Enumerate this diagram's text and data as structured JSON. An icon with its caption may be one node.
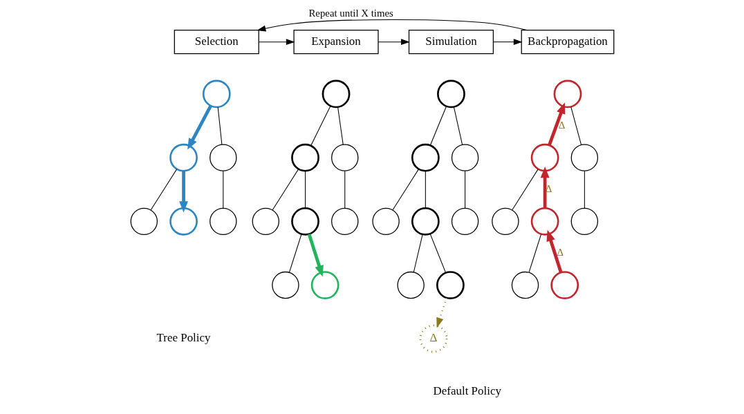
{
  "diagram": {
    "nodes": [
      {
        "text": [
          "Selection"
        ]
      },
      {
        "text": [
          "Expansion"
        ]
      },
      {
        "text": [
          "Simulation"
        ]
      },
      {
        "text": [
          "Backpropagation"
        ]
      },
      {
        "text": [],
        "shape": "circle"
      },
      {
        "text": [],
        "shape": "circle"
      },
      {
        "text": [],
        "shape": "circle"
      },
      {
        "text": [],
        "shape": "circle"
      },
      {
        "text": [],
        "shape": "circle"
      },
      {
        "text": [],
        "shape": "circle"
      },
      {
        "text": [],
        "shape": "circle"
      },
      {
        "text": [],
        "shape": "circle"
      },
      {
        "text": [],
        "shape": "circle"
      },
      {
        "text": [],
        "shape": "circle"
      },
      {
        "text": [],
        "shape": "circle"
      },
      {
        "text": [],
        "shape": "circle"
      },
      {
        "text": [],
        "shape": "circle"
      },
      {
        "text": [],
        "shape": "circle"
      },
      {
        "text": [],
        "shape": "circle"
      },
      {
        "text": [],
        "shape": "circle"
      },
      {
        "text": [],
        "shape": "circle"
      },
      {
        "text": [],
        "shape": "circle"
      },
      {
        "text": [],
        "shape": "circle"
      },
      {
        "text": [],
        "shape": "circle"
      },
      {
        "text": [],
        "shape": "circle"
      },
      {
        "text": [],
        "shape": "circle"
      },
      {
        "text": [
          "Δ"
        ]
      },
      {
        "text": [],
        "shape": "circle"
      },
      {
        "text": [],
        "shape": "circle"
      },
      {
        "text": [],
        "shape": "circle"
      },
      {
        "text": [],
        "shape": "circle"
      },
      {
        "text": [],
        "shape": "circle"
      },
      {
        "text": [],
        "shape": "circle"
      },
      {
        "text": [],
        "shape": "circle"
      },
      {
        "text": [],
        "shape": "circle"
      }
    ],
    "edges": [
      {
        "from": 0,
        "to": 1,
        "arrow": "to"
      },
      {
        "from": 1,
        "to": 2,
        "arrow": "to"
      },
      {
        "from": 2,
        "to": 3,
        "arrow": "to"
      },
      {
        "from": 3,
        "to": 0,
        "arrow": "to",
        "label": "Repeat until X times"
      },
      {
        "from": 4,
        "to": 5,
        "arrow": "to",
        "style": "thick",
        "color": "#2e86c1"
      },
      {
        "from": 4,
        "to": 6,
        "arrow": "none"
      },
      {
        "from": 5,
        "to": 7,
        "arrow": "none"
      },
      {
        "from": 5,
        "to": 8,
        "arrow": "to",
        "style": "thick",
        "color": "#2e86c1"
      },
      {
        "from": 6,
        "to": 9,
        "arrow": "none"
      },
      {
        "from": 10,
        "to": 11,
        "arrow": "none"
      },
      {
        "from": 10,
        "to": 12,
        "arrow": "none"
      },
      {
        "from": 11,
        "to": 13,
        "arrow": "none"
      },
      {
        "from": 11,
        "to": 14,
        "arrow": "none"
      },
      {
        "from": 12,
        "to": 15,
        "arrow": "none"
      },
      {
        "from": 14,
        "to": 16,
        "arrow": "none"
      },
      {
        "from": 14,
        "to": 17,
        "arrow": "to",
        "style": "thick",
        "color": "#22b35e"
      },
      {
        "from": 18,
        "to": 19,
        "arrow": "none"
      },
      {
        "from": 18,
        "to": 20,
        "arrow": "none"
      },
      {
        "from": 19,
        "to": 21,
        "arrow": "none"
      },
      {
        "from": 19,
        "to": 22,
        "arrow": "none"
      },
      {
        "from": 20,
        "to": 23,
        "arrow": "none"
      },
      {
        "from": 22,
        "to": 24,
        "arrow": "none"
      },
      {
        "from": 22,
        "to": 25,
        "arrow": "none"
      },
      {
        "from": 25,
        "to": 26,
        "arrow": "to",
        "style": "dashed",
        "color": "#8b7a1e"
      },
      {
        "from": 28,
        "to": 27,
        "arrow": "to",
        "style": "thick",
        "color": "#c0272d",
        "label": "Δ"
      },
      {
        "from": 27,
        "to": 29,
        "arrow": "none"
      },
      {
        "from": 28,
        "to": 30,
        "arrow": "none"
      },
      {
        "from": 31,
        "to": 28,
        "arrow": "to",
        "style": "thick",
        "color": "#c0272d",
        "label": "Δ"
      },
      {
        "from": 29,
        "to": 32,
        "arrow": "none"
      },
      {
        "from": 31,
        "to": 33,
        "arrow": "none"
      },
      {
        "from": 34,
        "to": 31,
        "arrow": "to",
        "style": "thick",
        "color": "#c0272d",
        "label": "Δ"
      }
    ],
    "labels": [
      "Tree Policy",
      "Default Policy"
    ]
  }
}
